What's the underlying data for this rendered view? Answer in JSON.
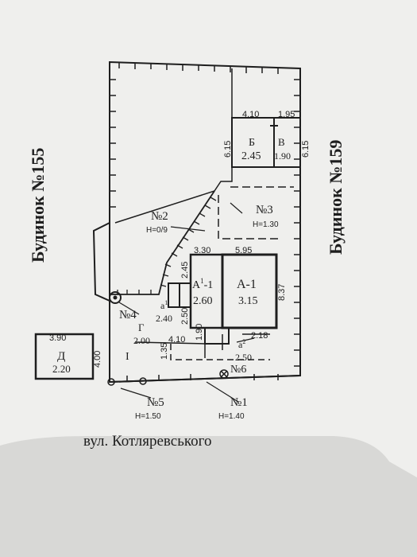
{
  "labels": {
    "neighbor_left": "Будинок №155",
    "neighbor_right": "Будинок №159",
    "street": "вул. Котляревського",
    "no2": "№2",
    "no2_h": "H=0/9",
    "no3": "№3",
    "no3_h": "H=1.30",
    "no4": "№4",
    "no5": "№5",
    "no5_h": "H=1.50",
    "no1": "№1",
    "no1_h": "H=1.40",
    "no6": "№6",
    "room_b": "Б",
    "room_b_val": "2.45",
    "room_v": "В",
    "room_v_val": "1.90",
    "room_a1": "А-1",
    "room_a1_val": "3.15",
    "room_a11_main": "А",
    "room_a11_sup": "1",
    "room_a11_tail": "-1",
    "room_a11_val": "2.60",
    "room_d": "Д",
    "room_d_val": "2.20",
    "porch_a": "а",
    "porch_a_sup": "1",
    "porch_a_val": "2.40",
    "porch_a2": "а",
    "porch_a2_sup": "2",
    "porch_a2_val": "2.50",
    "g": "Г",
    "g_val": "2.00",
    "roman_one": "I"
  },
  "dimensions": {
    "d410_top": "4.10",
    "d195": "1.95",
    "d615_left": "6.15",
    "d615_right": "6.15",
    "d330": "3.30",
    "d595": "5.95",
    "d837": "8.37",
    "d245": "2.45",
    "d250": "2.50",
    "d190": "1.90",
    "d410_mid": "4.10",
    "d135": "1.35",
    "d218": "2.18",
    "d390": "3.90",
    "d400": "4.00"
  },
  "colors": {
    "ink": "#1e1e1e",
    "paper": "#efefed",
    "shadow": "#d7d7d5"
  }
}
